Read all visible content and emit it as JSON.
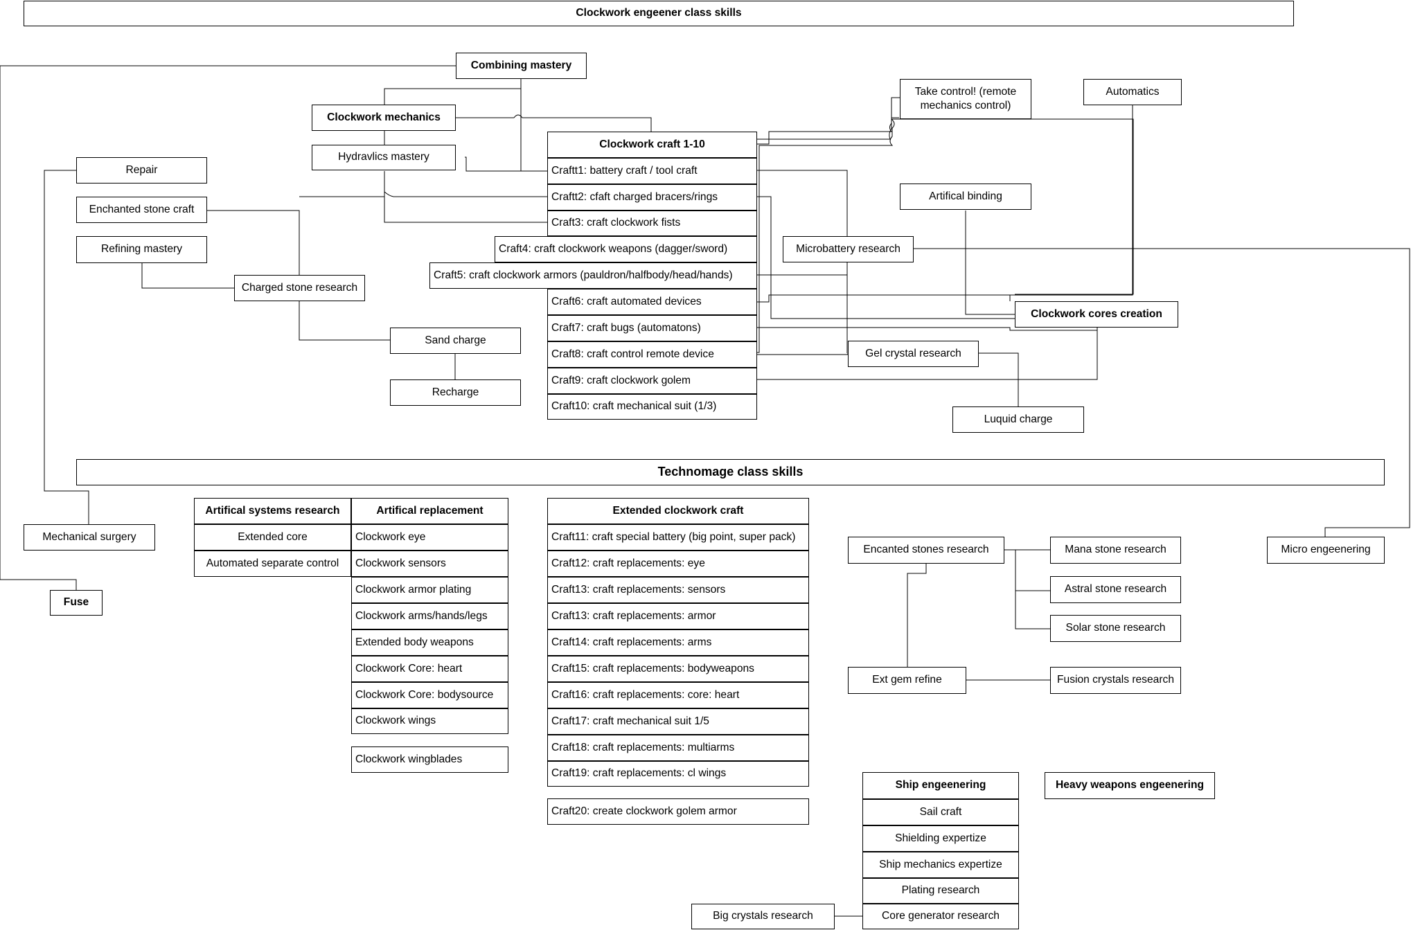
{
  "titles": {
    "main": "Clockwork engeener class skills",
    "technomage": "Technomage class skills"
  },
  "nodes": {
    "combining_mastery": "Combining mastery",
    "clockwork_mechanics": "Clockwork mechanics",
    "hydravlics_mastery": "Hydravlics mastery",
    "repair": "Repair",
    "enchanted_stone_craft": "Enchanted stone craft",
    "refining_mastery": "Refining mastery",
    "charged_stone_research": "Charged stone research",
    "sand_charge": "Sand charge",
    "recharge": "Recharge",
    "take_control": "Take control! (remote mechanics control)",
    "automatics": "Automatics",
    "artifical_binding": "Artifical binding",
    "microbattery_research": "Microbattery research",
    "clockwork_cores_creation": "Clockwork cores creation",
    "gel_crystal_research": "Gel crystal research",
    "luquid_charge": "Luquid charge",
    "mechanical_surgery": "Mechanical surgery",
    "fuse": "Fuse",
    "encanted_stones_research": "Encanted stones research",
    "mana_stone_research": "Mana stone research",
    "astral_stone_research": "Astral stone research",
    "solar_stone_research": "Solar stone research",
    "ext_gem_refine": "Ext gem refine",
    "fusion_crystals_research": "Fusion crystals research",
    "micro_engeenering": "Micro engeenering",
    "heavy_weapons_engeenering": "Heavy weapons engeenering",
    "big_crystals_research": "Big crystals research"
  },
  "clockwork_craft": {
    "header": "Clockwork craft 1-10",
    "items": [
      "Craftt1: battery craft / tool craft",
      "Craftt2: cfaft charged bracers/rings",
      "Craft3: craft clockwork fists",
      "Craft4: craft clockwork weapons (dagger/sword)",
      "Craft5: craft clockwork armors (pauldron/halfbody/head/hands)",
      "Craft6: craft automated devices",
      "Craft7: craft bugs (automatons)",
      "Craft8: craft control remote device",
      "Craft9: craft clockwork golem",
      "Craft10: craft mechanical suit (1/3)"
    ]
  },
  "artifical_systems": {
    "header": "Artifical systems research",
    "items": [
      "Extended core",
      "Automated separate control"
    ]
  },
  "artifical_replacement": {
    "header": "Artifical replacement",
    "items": [
      "Clockwork eye",
      "Clockwork sensors",
      "Clockwork armor plating",
      "Clockwork arms/hands/legs",
      "Extended body weapons",
      "Clockwork Core: heart",
      "Clockwork Core: bodysource",
      "Clockwork wings"
    ],
    "extra": "Clockwork wingblades"
  },
  "extended_craft": {
    "header": "Extended clockwork craft",
    "items": [
      "Craft11: craft special battery (big point, super pack)",
      "Craft12: craft replacements: eye",
      "Craft13: craft replacements: sensors",
      "Craft13: craft replacements: armor",
      "Craft14: craft replacements: arms",
      "Craft15: craft replacements: bodyweapons",
      "Craft16: craft replacements: core: heart",
      "Craft17: craft mechanical suit 1/5",
      "Craft18: craft replacements: multiarms",
      "Craft19: craft replacements: cl wings"
    ],
    "extra": "Craft20: create clockwork golem armor"
  },
  "ship_engeenering": {
    "header": "Ship engeenering",
    "items": [
      "Sail craft",
      "Shielding expertize",
      "Ship mechanics expertize",
      "Plating research",
      "Core generator research"
    ]
  }
}
